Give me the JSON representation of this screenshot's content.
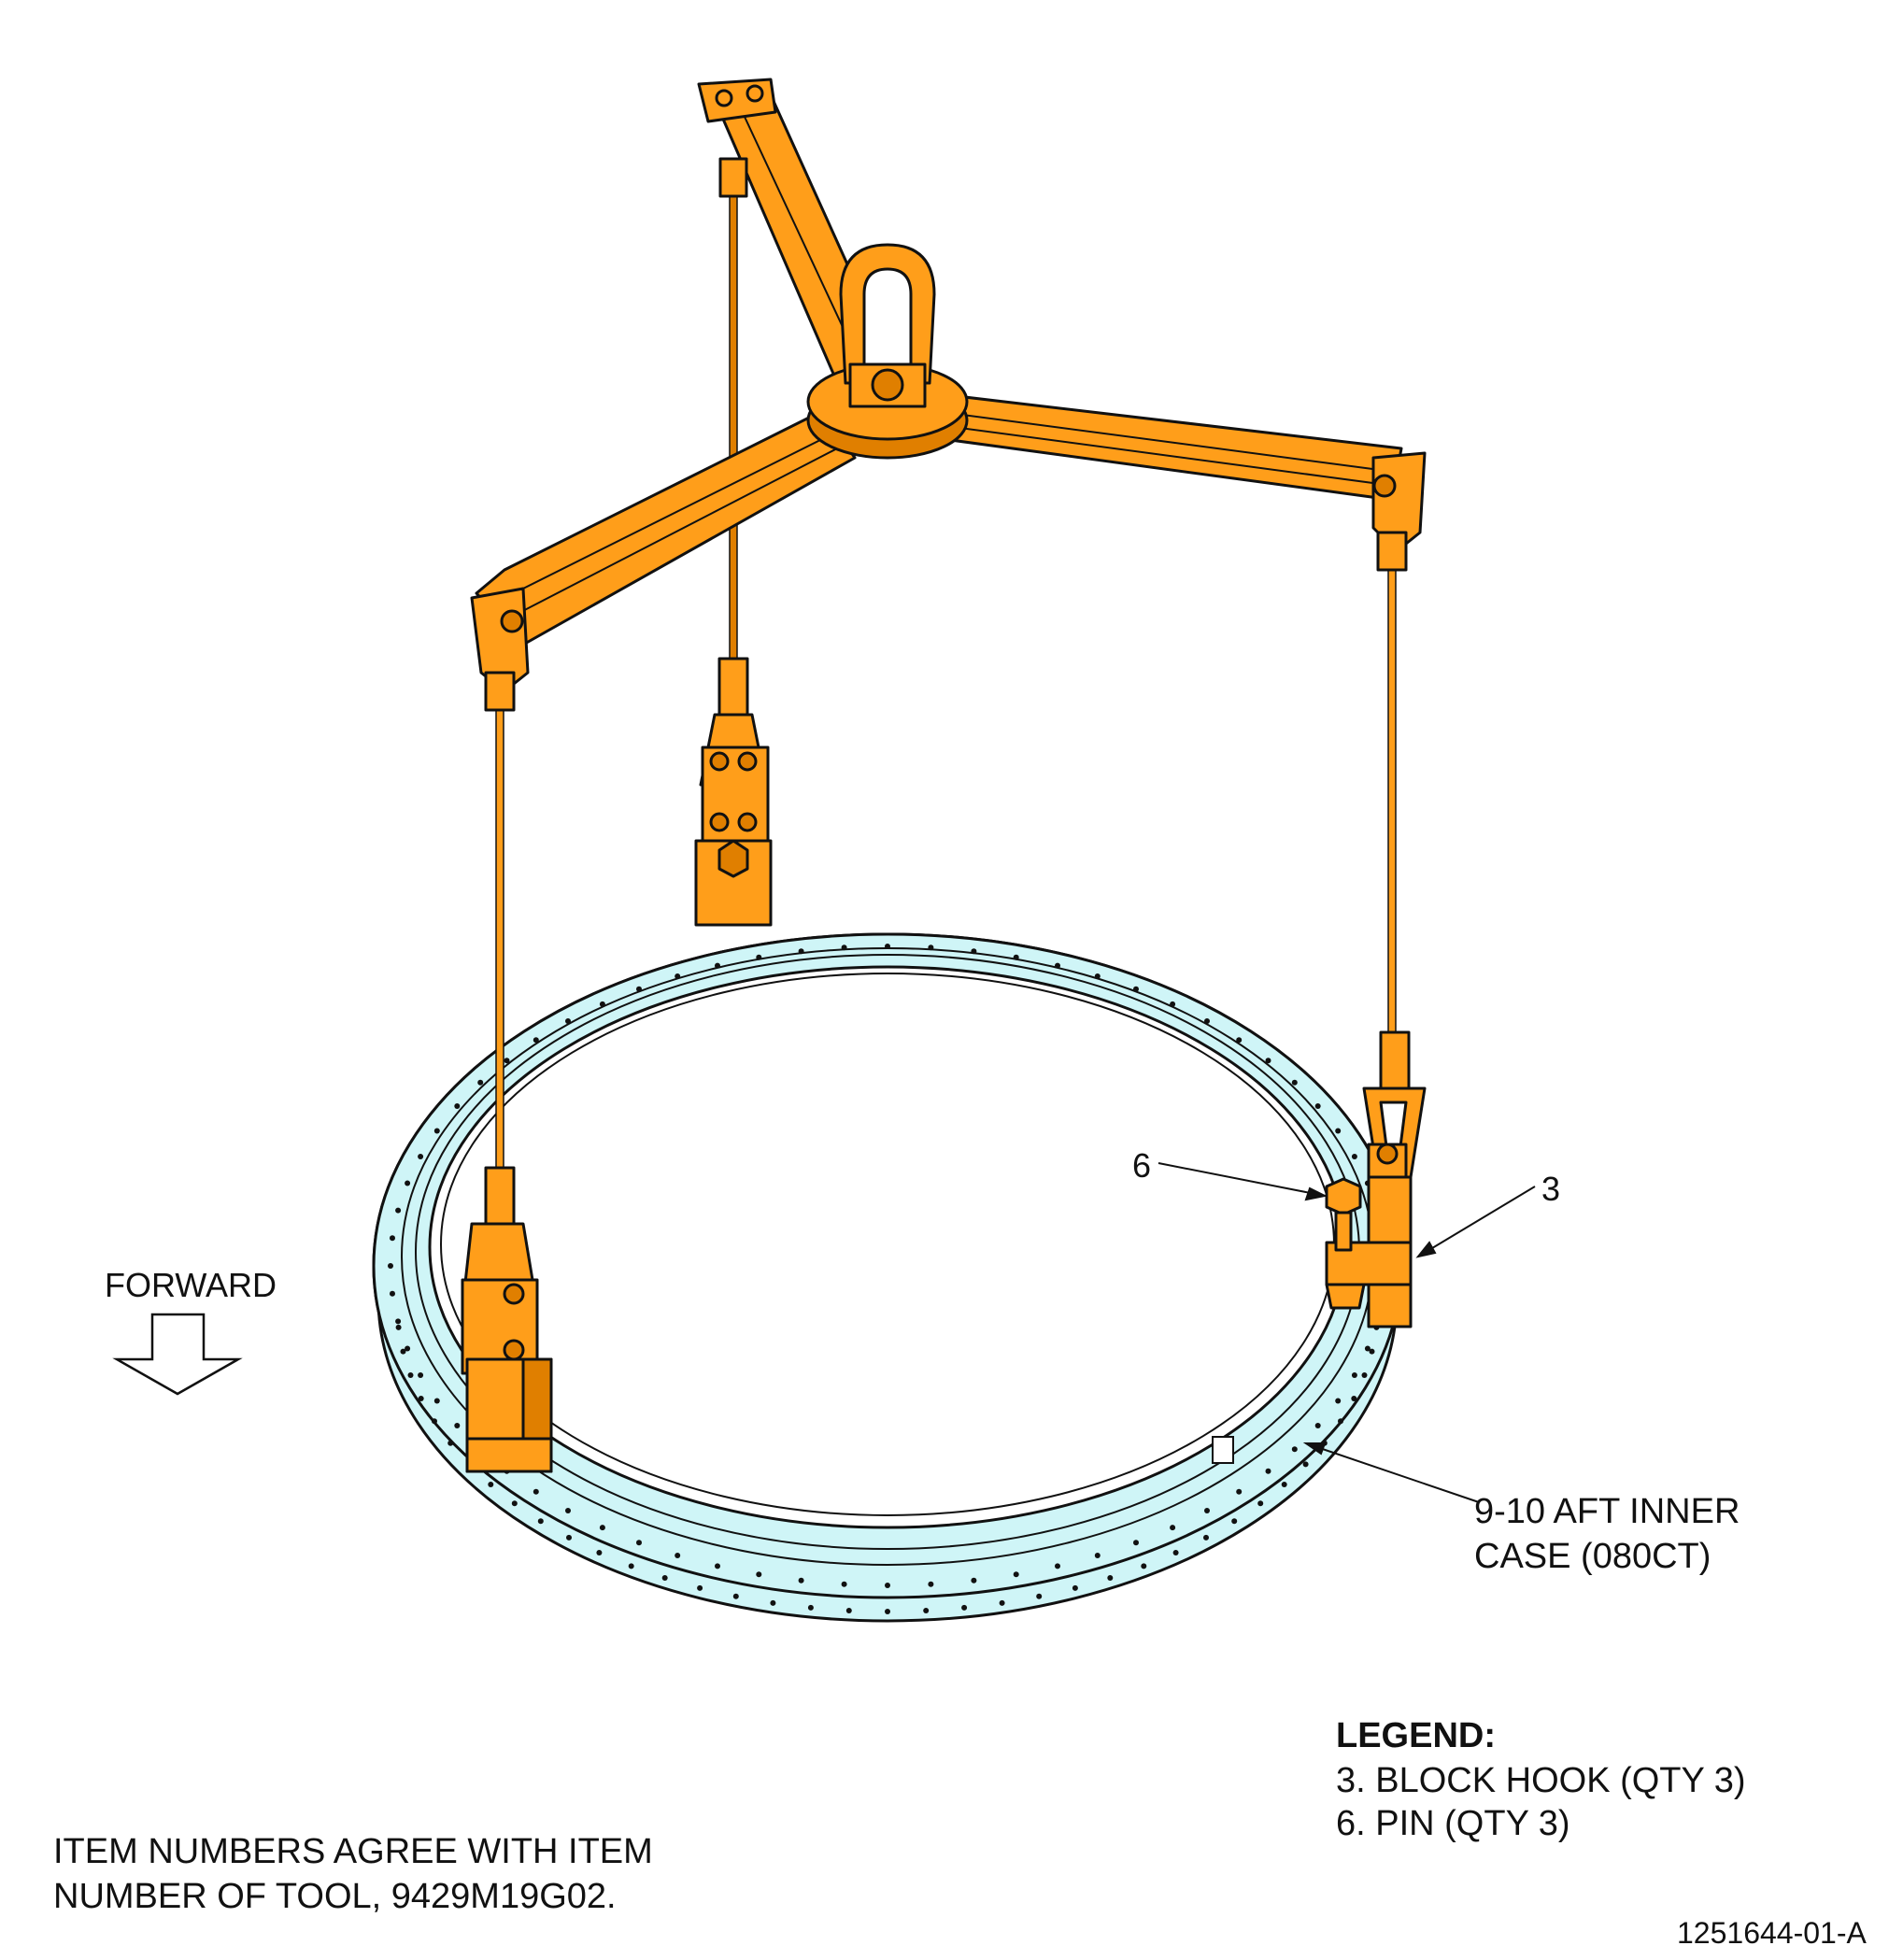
{
  "callouts": {
    "item_6": "6",
    "item_3": "3",
    "forward": "FORWARD",
    "case_line1": "9-10 AFT INNER",
    "case_line2": "CASE (080CT)"
  },
  "legend": {
    "title": "LEGEND:",
    "items": [
      "3. BLOCK HOOK (QTY 3)",
      "6. PIN (QTY 3)"
    ]
  },
  "notes": {
    "line1": "ITEM NUMBERS AGREE WITH ITEM",
    "line2": "NUMBER OF TOOL, 9429M19G02."
  },
  "figure_id": "1251644-01-A",
  "colors": {
    "fixture_orange": "#FF9E1A",
    "fixture_dark": "#E07F00",
    "ring_cyan": "#CFF5F7",
    "line": "#111111"
  }
}
